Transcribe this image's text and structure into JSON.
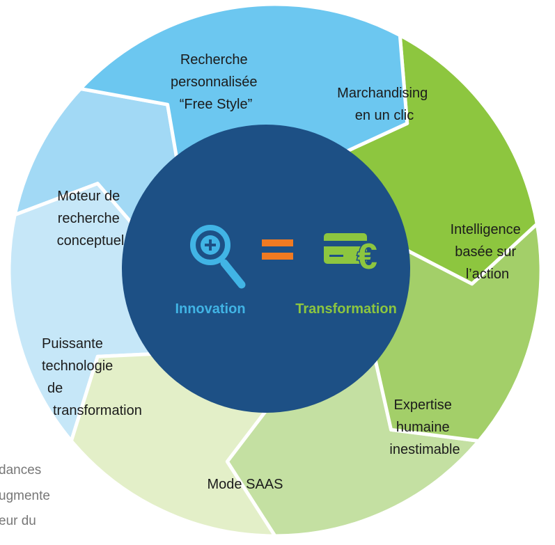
{
  "segments": [
    {
      "id": "recherche-personnalisee",
      "lines": [
        "Recherche",
        "personnalisée",
        "“Free Style”"
      ],
      "color": "#6cc7f0"
    },
    {
      "id": "marchandising",
      "lines": [
        "Marchandising",
        "en un clic"
      ],
      "color": "#8dc63f"
    },
    {
      "id": "intelligence",
      "lines": [
        "Intelligence",
        "basée sur",
        "l’action"
      ],
      "color": "#a3cf69"
    },
    {
      "id": "expertise",
      "lines": [
        "Expertise",
        "humaine",
        "inestimable"
      ],
      "color": "#c4e0a2"
    },
    {
      "id": "mode-saas",
      "lines": [
        "Mode SAAS"
      ],
      "color": "#e3efc8"
    },
    {
      "id": "puissante-technologie",
      "lines": [
        "Puissante",
        "technologie",
        "de",
        "transformation"
      ],
      "color": "#c6e7f8"
    },
    {
      "id": "moteur-recherche",
      "lines": [
        "Moteur de",
        "recherche",
        "conceptuel"
      ],
      "color": "#a2d9f5"
    }
  ],
  "center": {
    "bg_color": "#1d5085",
    "left_label": "Innovation",
    "right_label": "Transformation",
    "left_color": "#41b4e5",
    "right_color": "#8dc63f",
    "equals_color": "#f07a22",
    "left_icon": "magnifier-plus-icon",
    "right_icon": "credit-card-euro-icon"
  },
  "side_text_lines": [
    "dances",
    "ugmente",
    "eur du"
  ]
}
